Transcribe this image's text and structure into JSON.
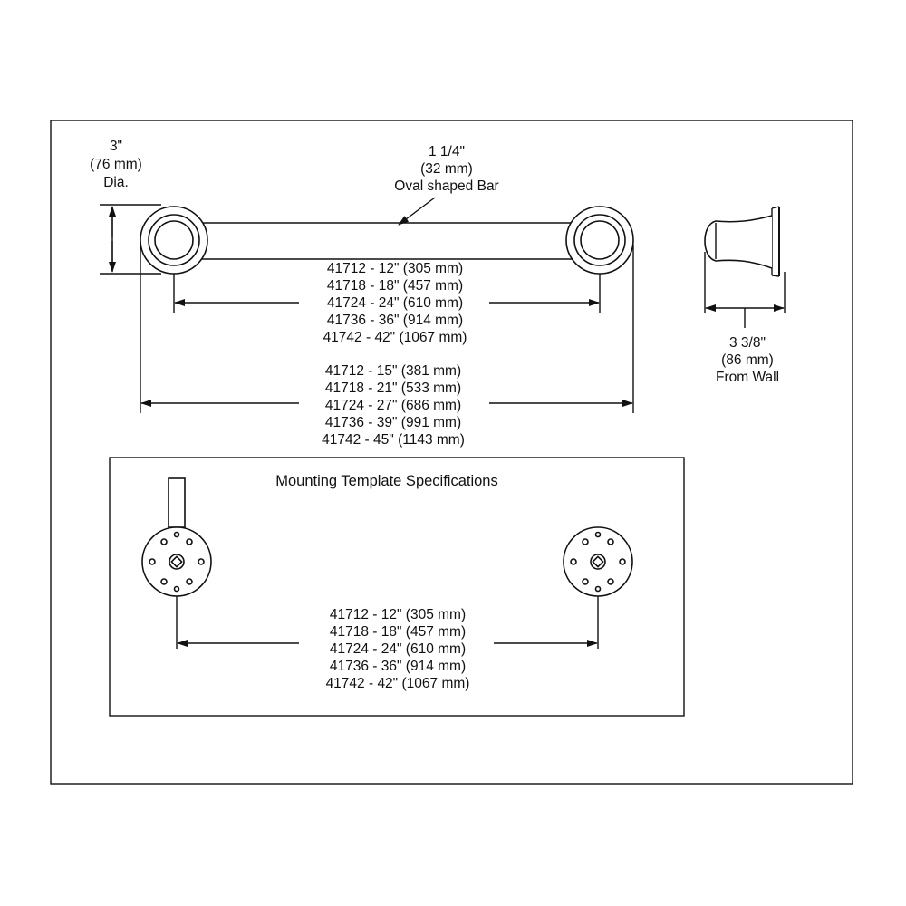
{
  "bar_diameter": {
    "line1": "1 1/4\"",
    "line2": "(32 mm)",
    "line3": "Oval shaped Bar"
  },
  "flange_diameter": {
    "line1": "3\"",
    "line2": "(76 mm)",
    "line3": "Dia."
  },
  "projection": {
    "line1": "3 3/8\"",
    "line2": "(86 mm)",
    "line3": "From Wall"
  },
  "center_lengths": [
    "41712 - 12\" (305 mm)",
    "41718 - 18\" (457 mm)",
    "41724 - 24\" (610 mm)",
    "41736 - 36\" (914 mm)",
    "41742 - 42\" (1067 mm)"
  ],
  "overall_lengths": [
    "41712 - 15\" (381 mm)",
    "41718 - 21\" (533 mm)",
    "41724 - 27\" (686 mm)",
    "41736 - 39\" (991 mm)",
    "41742 - 45\" (1143 mm)"
  ],
  "mounting_template": {
    "title": "Mounting Template Specifications",
    "lengths": [
      "41712 - 12\" (305 mm)",
      "41718 - 18\" (457 mm)",
      "41724 - 24\" (610 mm)",
      "41736 - 36\" (914 mm)",
      "41742 - 42\" (1067 mm)"
    ]
  }
}
